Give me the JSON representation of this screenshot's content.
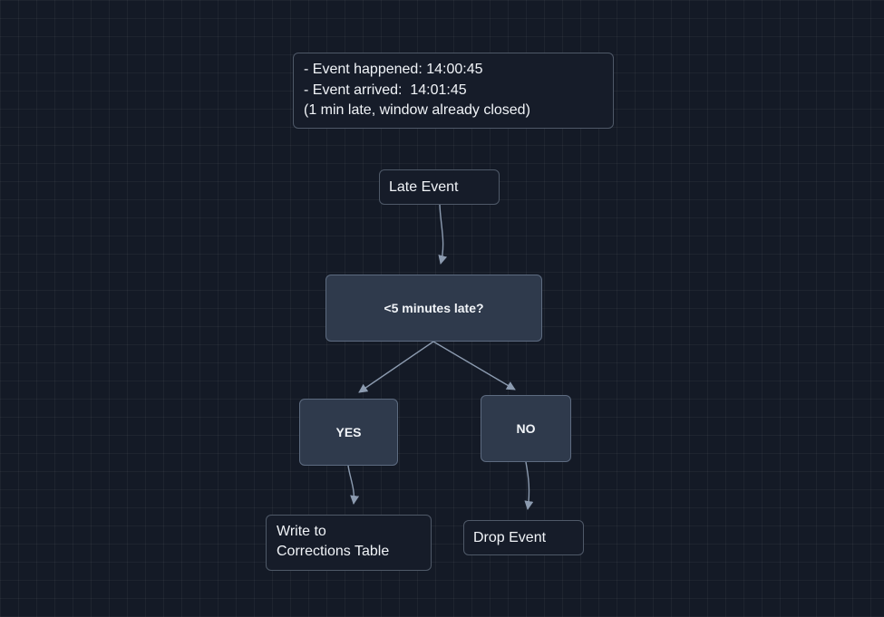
{
  "note": {
    "lines": [
      "- Event happened: 14:00:45",
      "- Event arrived:  14:01:45",
      "(1 min late, window already closed)"
    ]
  },
  "nodes": {
    "late_event": "Late Event",
    "question": "<5 minutes late?",
    "yes": "YES",
    "no": "NO",
    "write_corrections": [
      "Write to",
      "Corrections Table"
    ],
    "drop_event": "Drop Event"
  },
  "colors": {
    "background": "#141a26",
    "node_fill": "#161c29",
    "decision_fill": "#2f3a4c",
    "border": "#4f5968",
    "arrow": "#8c9bb0",
    "text": "#f1f4f8"
  }
}
